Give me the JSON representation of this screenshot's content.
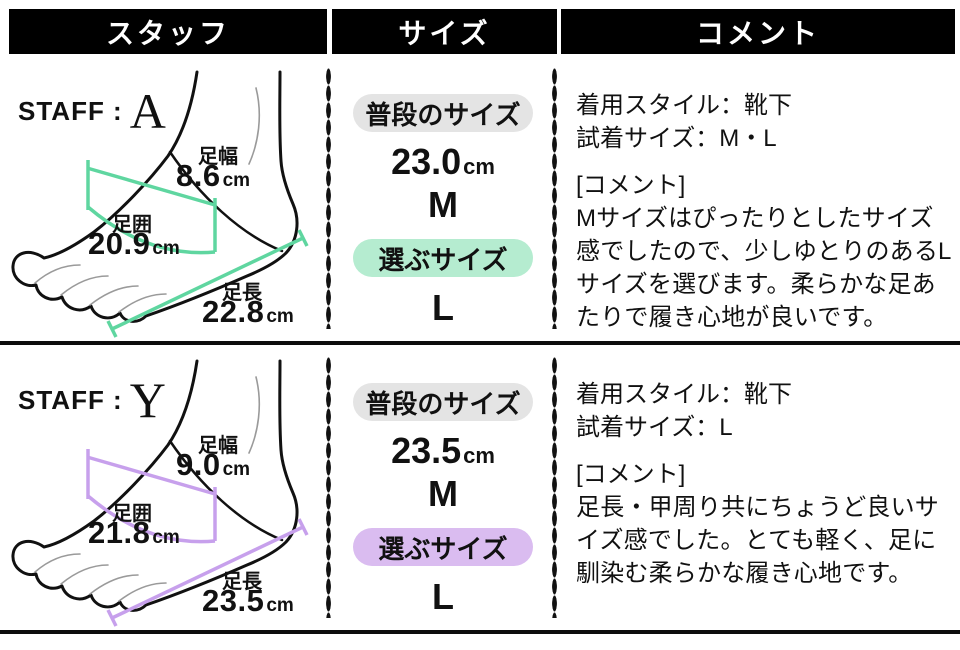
{
  "header": {
    "staff_label": "スタッフ",
    "size_label": "サイズ",
    "comment_label": "コメント"
  },
  "rows": [
    {
      "staff_prefix": "STAFF :",
      "staff_letter": "A",
      "accent_color": "#5fd6a0",
      "pill_color": "#b5ecd0",
      "measurements": {
        "width_label": "足幅",
        "width_value": "8.6",
        "width_unit": "cm",
        "girth_label": "足囲",
        "girth_value": "20.9",
        "girth_unit": "cm",
        "length_label": "足長",
        "length_value": "22.8",
        "length_unit": "cm"
      },
      "size": {
        "usual_badge": "普段のサイズ",
        "usual_value": "23.0",
        "usual_unit": "cm",
        "usual_letter": "M",
        "chosen_badge": "選ぶサイズ",
        "chosen_letter": "L"
      },
      "comment": {
        "style_line": "着用スタイル：靴下",
        "tried_line": "試着サイズ：M・L",
        "label": "[コメント]",
        "body": "Mサイズはぴったりとしたサイズ感でしたので、少しゆとりのあるLサイズを選びます。柔らかな足あたりで履き心地が良いです。"
      }
    },
    {
      "staff_prefix": "STAFF :",
      "staff_letter": "Y",
      "accent_color": "#c7a0ec",
      "pill_color": "#dabcf0",
      "measurements": {
        "width_label": "足幅",
        "width_value": "9.0",
        "width_unit": "cm",
        "girth_label": "足囲",
        "girth_value": "21.8",
        "girth_unit": "cm",
        "length_label": "足長",
        "length_value": "23.5",
        "length_unit": "cm"
      },
      "size": {
        "usual_badge": "普段のサイズ",
        "usual_value": "23.5",
        "usual_unit": "cm",
        "usual_letter": "M",
        "chosen_badge": "選ぶサイズ",
        "chosen_letter": "L"
      },
      "comment": {
        "style_line": "着用スタイル：靴下",
        "tried_line": "試着サイズ：L",
        "label": "[コメント]",
        "body": "足長・甲周り共にちょうど良いサイズ感でした。とても軽く、足に馴染む柔らかな履き心地です。"
      }
    }
  ]
}
